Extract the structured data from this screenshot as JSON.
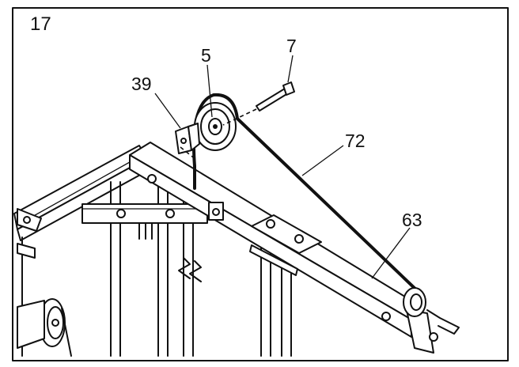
{
  "step_number": "17",
  "callouts": {
    "pulley": "5",
    "bolt": "7",
    "bracket": "39",
    "cable": "72",
    "arm": "63"
  }
}
